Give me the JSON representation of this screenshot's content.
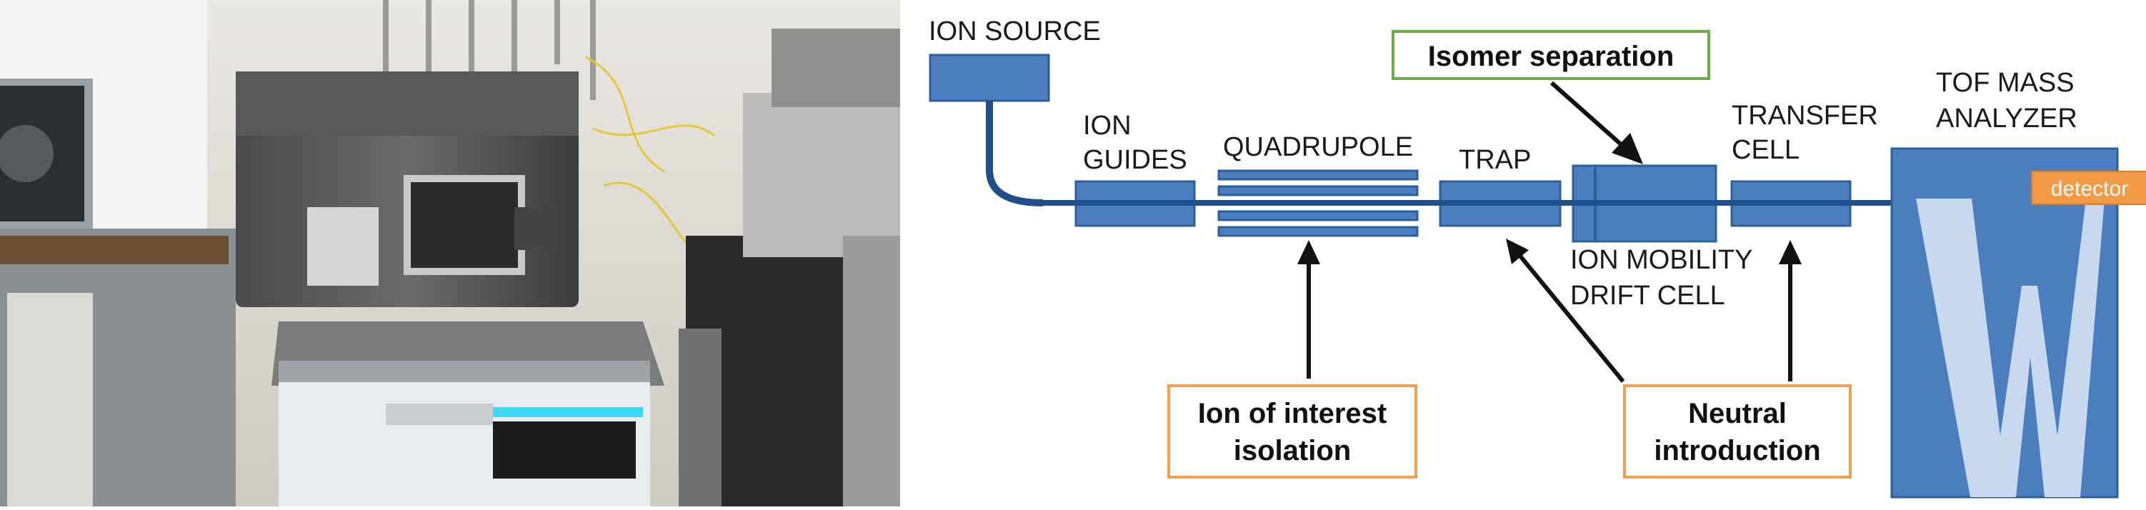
{
  "diagram": {
    "labels": {
      "ion_source": "ION SOURCE",
      "ion_guides": [
        "ION",
        "GUIDES"
      ],
      "quadrupole": "QUADRUPOLE",
      "trap": "TRAP",
      "transfer_cell": [
        "TRANSFER",
        "CELL"
      ],
      "tof": [
        "TOF MASS",
        "ANALYZER"
      ],
      "ion_mobility": [
        "ION MOBILITY",
        "DRIFT CELL"
      ],
      "detector": "detector"
    },
    "callouts": {
      "isomer_separation": "Isomer separation",
      "ion_of_interest": [
        "Ion of interest",
        "isolation"
      ],
      "neutral_introduction": [
        "Neutral",
        "introduction"
      ]
    },
    "colors": {
      "block": "#4a7ebf",
      "block_stroke": "#2e5e9c",
      "beam": "#1f4f8a",
      "detector": "#f29a45",
      "tof_w": "#c8d8ee",
      "green_border": "#6aae45",
      "orange_border": "#f0a050"
    }
  }
}
